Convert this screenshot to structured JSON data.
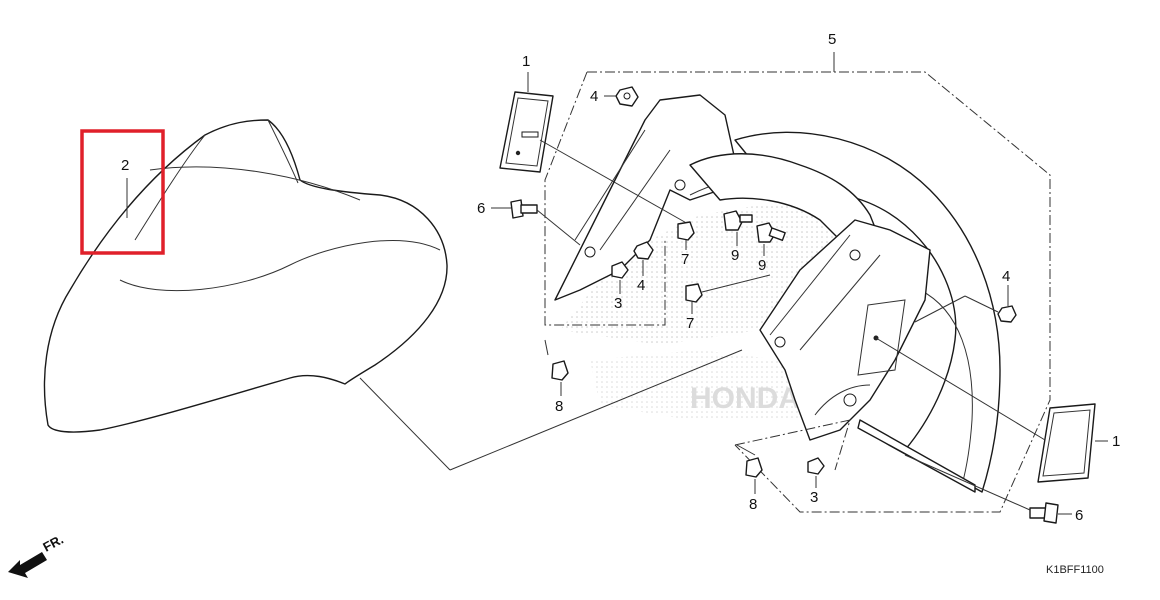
{
  "callouts": {
    "c1_top": "1",
    "c1_right": "1",
    "c2": "2",
    "c3_left": "3",
    "c3_bottom": "3",
    "c4_top": "4",
    "c4_mid": "4",
    "c4_right": "4",
    "c5": "5",
    "c6_left": "6",
    "c6_right": "6",
    "c7_a": "7",
    "c7_b": "7",
    "c8_left": "8",
    "c8_bottom": "8",
    "c9_a": "9",
    "c9_b": "9"
  },
  "orientation_label": "FR.",
  "diagram_code": "K1BFF1100",
  "highlight_color": "#e0202a",
  "watermark_text": "HONDA"
}
